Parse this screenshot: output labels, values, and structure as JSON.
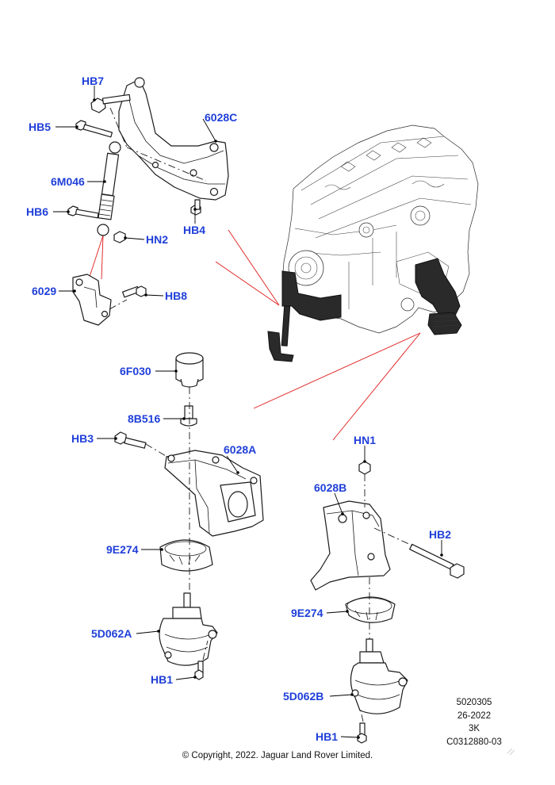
{
  "callouts": {
    "hb7": "HB7",
    "hb5": "HB5",
    "c6028c": "6028C",
    "c6m046": "6M046",
    "hb6": "HB6",
    "hb4": "HB4",
    "hn2_top": "HN2",
    "c6029": "6029",
    "hb8": "HB8",
    "c6f030": "6F030",
    "c8b516": "8B516",
    "hb3": "HB3",
    "c6028a": "6028A",
    "c9e274_left": "9E274",
    "c5d062a": "5D062A",
    "hb1_left": "HB1",
    "hn1": "HN1",
    "c6028b": "6028B",
    "hb2": "HB2",
    "c9e274_right": "9E274",
    "c5d062b": "5D062B",
    "hb1_right": "HB1"
  },
  "meta": {
    "line1": "5020305",
    "line2": "26-2022",
    "line3": "3K",
    "line4": "C0312880-03"
  },
  "copyright": "© Copyright, 2022. Jaguar Land Rover Limited.",
  "colors": {
    "callout": "#1f3fd8",
    "leader_red": "#e01b1b",
    "line": "#1a1a1a"
  }
}
